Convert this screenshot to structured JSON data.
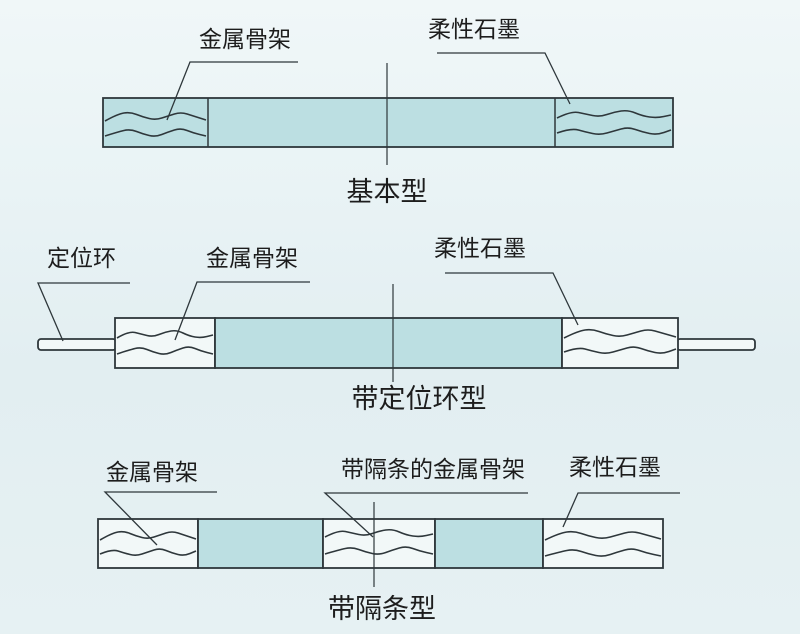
{
  "colors": {
    "bar_fill": "#bcdfe2",
    "light_fill": "#f2f8f8",
    "line": "#2e373b",
    "text": "#1d1d1d",
    "background_top": "#f0f7f8",
    "background_bottom": "#e6f1f3"
  },
  "diagrams": [
    {
      "caption": "基本型",
      "labels": {
        "metal_frame": "金属骨架",
        "flexible_graphite": "柔性石墨"
      }
    },
    {
      "caption": "带定位环型",
      "labels": {
        "positioning_ring": "定位环",
        "metal_frame": "金属骨架",
        "flexible_graphite": "柔性石墨"
      }
    },
    {
      "caption": "带隔条型",
      "labels": {
        "metal_frame": "金属骨架",
        "separator_metal_frame": "带隔条的金属骨架",
        "flexible_graphite": "柔性石墨"
      }
    }
  ]
}
